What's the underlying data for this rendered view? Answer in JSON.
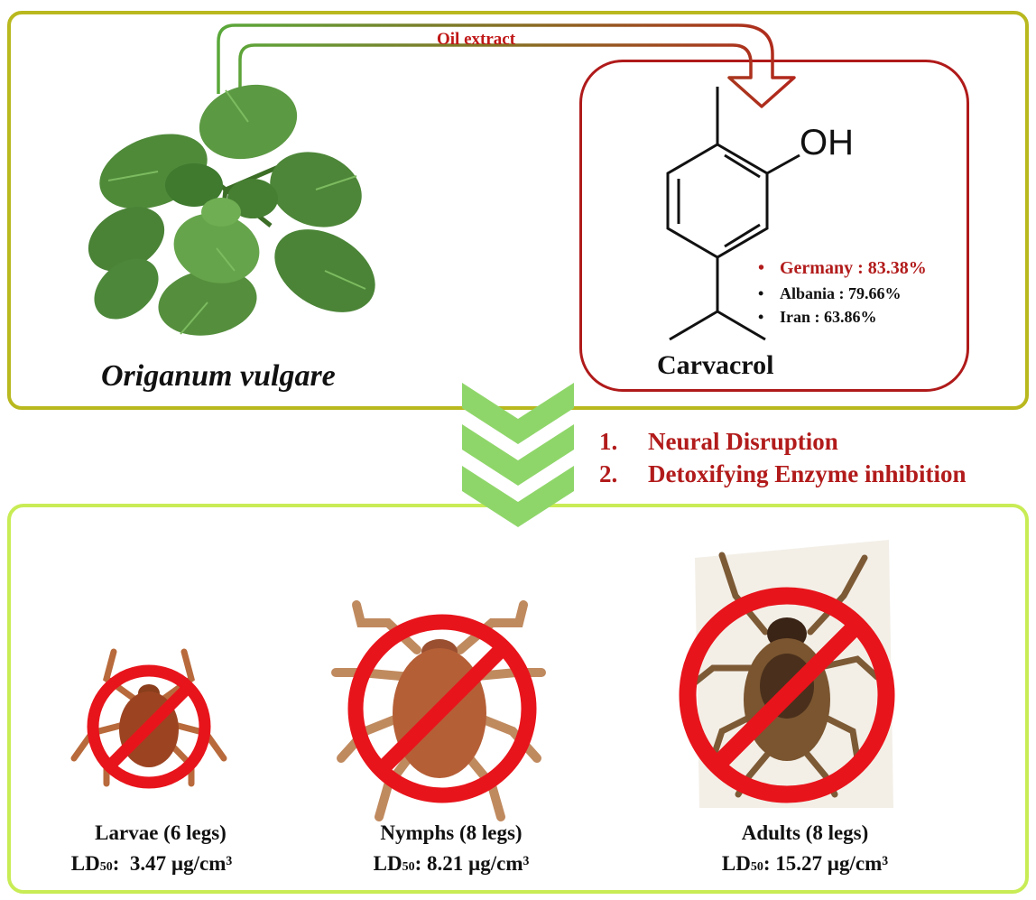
{
  "flow": {
    "arrow_label": "Oil extract"
  },
  "plant": {
    "name": "Origanum vulgare",
    "icon": "oregano-plant-icon"
  },
  "compound": {
    "name": "Carvacrol",
    "structure_icon": "carvacrol-structure-icon",
    "hydroxyl_label": "OH",
    "origins": [
      {
        "bullet": "•",
        "text": "Germany : 83.38%",
        "highlight": true
      },
      {
        "bullet": "•",
        "text": "Albania : 79.66%",
        "highlight": false
      },
      {
        "bullet": "•",
        "text": "Iran : 63.86%",
        "highlight": false
      }
    ]
  },
  "mechanisms": [
    {
      "number": "1.",
      "text": "Neural Disruption"
    },
    {
      "number": "2.",
      "text": "Detoxifying Enzyme inhibition"
    }
  ],
  "stages": [
    {
      "title": "Larvae (6 legs)",
      "ld_prefix": "LD",
      "ld_sub": "50",
      "ld_value": ":  3.47 µg/cm³",
      "icon": "tick-larva-icon"
    },
    {
      "title": "Nymphs (8 legs)",
      "ld_prefix": "LD",
      "ld_sub": "50",
      "ld_value": ": 8.21 µg/cm³",
      "icon": "tick-nymph-icon"
    },
    {
      "title": "Adults (8 legs)",
      "ld_prefix": "LD",
      "ld_sub": "50",
      "ld_value": ": 15.27 µg/cm³",
      "icon": "tick-adult-icon"
    }
  ],
  "colors": {
    "top_border": "#b9b81e",
    "bottom_border": "#c8ec55",
    "accent_red": "#b21b1b",
    "chevron_green": "#8fd66a",
    "prohibit_red": "#e8141b"
  }
}
